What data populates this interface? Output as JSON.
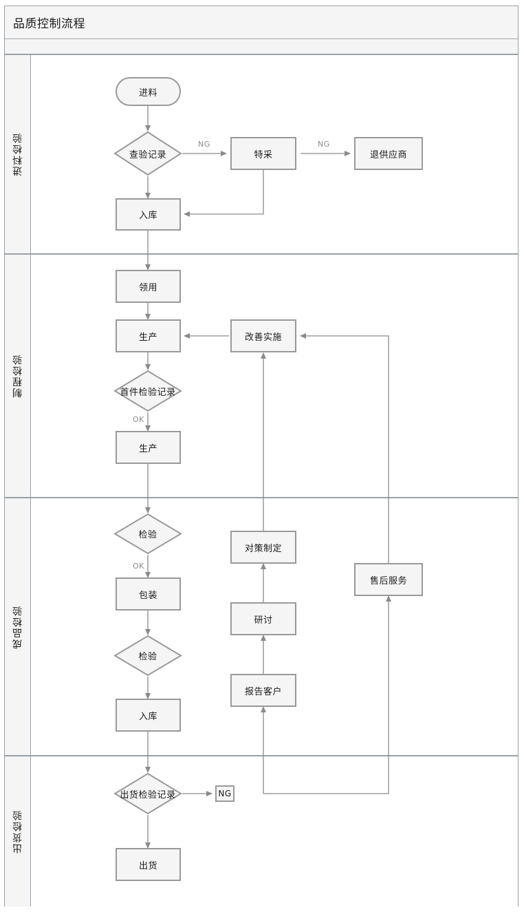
{
  "diagram": {
    "title": "品质控制流程",
    "type": "swimlane-flowchart",
    "colors": {
      "node_fill": "#f5f5f5",
      "node_border": "#999999",
      "lane_border": "#9aa0a6",
      "edge_stroke": "#8a8a8a",
      "edge_label": "#8a8a8a",
      "text": "#1a1a1a"
    },
    "lanes": [
      {
        "id": "lane1",
        "label": "进料检验"
      },
      {
        "id": "lane2",
        "label": "制程检验"
      },
      {
        "id": "lane3",
        "label": "成品检验"
      },
      {
        "id": "lane4",
        "label": "出货检验"
      }
    ],
    "nodes": [
      {
        "id": "n_jinliao",
        "lane": "lane1",
        "shape": "rounded",
        "label": "进料"
      },
      {
        "id": "n_chayan",
        "lane": "lane1",
        "shape": "diamond",
        "label": "查验记录"
      },
      {
        "id": "n_tecai",
        "lane": "lane1",
        "shape": "rectangle",
        "label": "特采"
      },
      {
        "id": "n_tuigong",
        "lane": "lane1",
        "shape": "rectangle",
        "label": "退供应商"
      },
      {
        "id": "n_ruku1",
        "lane": "lane1",
        "shape": "rectangle",
        "label": "入库"
      },
      {
        "id": "n_lingyong",
        "lane": "lane2",
        "shape": "rectangle",
        "label": "领用"
      },
      {
        "id": "n_shengchan1",
        "lane": "lane2",
        "shape": "rectangle",
        "label": "生产"
      },
      {
        "id": "n_gaishan",
        "lane": "lane2",
        "shape": "rectangle",
        "label": "改善实施"
      },
      {
        "id": "n_shoujian",
        "lane": "lane2",
        "shape": "diamond",
        "label": "首件检验记录"
      },
      {
        "id": "n_shengchan2",
        "lane": "lane2",
        "shape": "rectangle",
        "label": "生产"
      },
      {
        "id": "n_jianyan1",
        "lane": "lane3",
        "shape": "diamond",
        "label": "检验"
      },
      {
        "id": "n_duice",
        "lane": "lane3",
        "shape": "rectangle",
        "label": "对策制定"
      },
      {
        "id": "n_shouhou",
        "lane": "lane3",
        "shape": "rectangle",
        "label": "售后服务"
      },
      {
        "id": "n_baozhuang",
        "lane": "lane3",
        "shape": "rectangle",
        "label": "包装"
      },
      {
        "id": "n_yantao",
        "lane": "lane3",
        "shape": "rectangle",
        "label": "研讨"
      },
      {
        "id": "n_jianyan2",
        "lane": "lane3",
        "shape": "diamond",
        "label": "检验"
      },
      {
        "id": "n_baogao",
        "lane": "lane3",
        "shape": "rectangle",
        "label": "报告客户"
      },
      {
        "id": "n_ruku2",
        "lane": "lane3",
        "shape": "rectangle",
        "label": "入库"
      },
      {
        "id": "n_chuhuojy",
        "lane": "lane4",
        "shape": "diamond",
        "label": "出货检验记录"
      },
      {
        "id": "n_ng",
        "lane": "lane4",
        "shape": "rectangle",
        "label": "NG"
      },
      {
        "id": "n_chuhuo",
        "lane": "lane4",
        "shape": "rectangle",
        "label": "出货"
      }
    ],
    "edge_labels": [
      {
        "id": "lbl_ng1",
        "label": "NG"
      },
      {
        "id": "lbl_ng2",
        "label": "NG"
      },
      {
        "id": "lbl_ok1",
        "label": "OK"
      },
      {
        "id": "lbl_ok2",
        "label": "OK"
      }
    ],
    "edges": [
      {
        "from": "n_jinliao",
        "to": "n_chayan",
        "label": ""
      },
      {
        "from": "n_chayan",
        "to": "n_tecai",
        "label": "NG"
      },
      {
        "from": "n_tecai",
        "to": "n_tuigong",
        "label": "NG"
      },
      {
        "from": "n_chayan",
        "to": "n_ruku1",
        "label": ""
      },
      {
        "from": "n_tecai",
        "to": "n_ruku1",
        "label": ""
      },
      {
        "from": "n_ruku1",
        "to": "n_lingyong",
        "label": ""
      },
      {
        "from": "n_lingyong",
        "to": "n_shengchan1",
        "label": ""
      },
      {
        "from": "n_gaishan",
        "to": "n_shengchan1",
        "label": ""
      },
      {
        "from": "n_shengchan1",
        "to": "n_shoujian",
        "label": ""
      },
      {
        "from": "n_shoujian",
        "to": "n_shengchan2",
        "label": "OK"
      },
      {
        "from": "n_shengchan2",
        "to": "n_jianyan1",
        "label": ""
      },
      {
        "from": "n_jianyan1",
        "to": "n_baozhuang",
        "label": "OK"
      },
      {
        "from": "n_baozhuang",
        "to": "n_jianyan2",
        "label": ""
      },
      {
        "from": "n_jianyan2",
        "to": "n_ruku2",
        "label": ""
      },
      {
        "from": "n_ruku2",
        "to": "n_chuhuojy",
        "label": ""
      },
      {
        "from": "n_chuhuojy",
        "to": "n_ng",
        "label": ""
      },
      {
        "from": "n_chuhuo",
        "to": "n_chuhuo",
        "label": ""
      },
      {
        "from": "n_chuhuojy",
        "to": "n_chuhuo",
        "label": ""
      },
      {
        "from": "n_ng",
        "to": "n_baogao",
        "label": ""
      },
      {
        "from": "n_baogao",
        "to": "n_yantao",
        "label": ""
      },
      {
        "from": "n_yantao",
        "to": "n_duice",
        "label": ""
      },
      {
        "from": "n_duice",
        "to": "n_gaishan",
        "label": ""
      },
      {
        "from": "n_ng",
        "to": "n_shouhou",
        "label": ""
      },
      {
        "from": "n_shouhou",
        "to": "n_gaishan",
        "label": ""
      }
    ]
  }
}
